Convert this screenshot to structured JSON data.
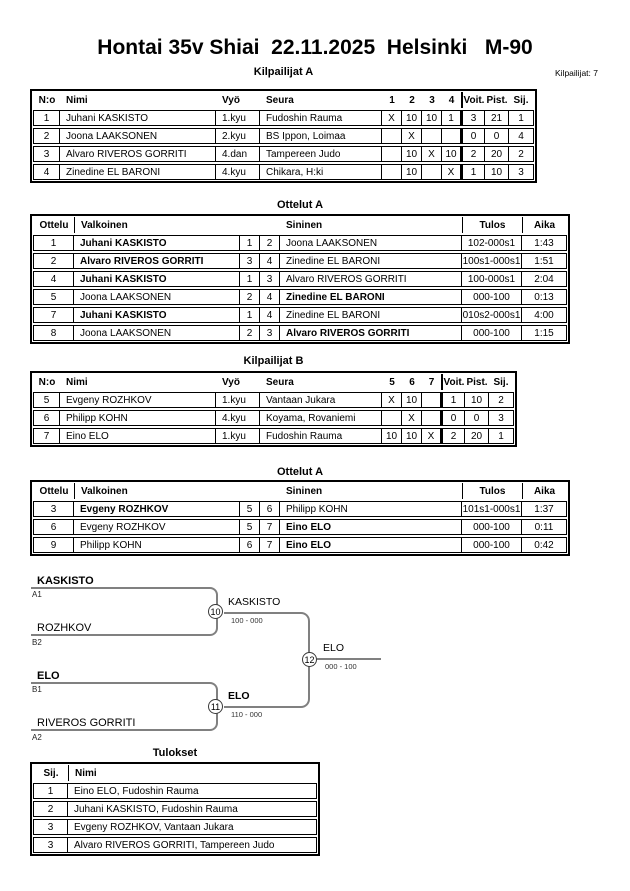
{
  "page": {
    "title": "Hontai 35v Shiai  22.11.2025  Helsinki   M-90",
    "competitors_label": "Kilpailijat: 7"
  },
  "tables": {
    "kilpailijat_a": {
      "title": "Kilpailijat A",
      "headers": [
        "N:o",
        "Nimi",
        "Vyö",
        "Seura",
        "1",
        "2",
        "3",
        "4",
        "Voit.",
        "Pist.",
        "Sij."
      ],
      "rows": [
        [
          "1",
          "Juhani KASKISTO",
          "1.kyu",
          "Fudoshin Rauma",
          "X",
          "10",
          "10",
          "1",
          "3",
          "21",
          "1"
        ],
        [
          "2",
          "Joona LAAKSONEN",
          "2.kyu",
          "BS Ippon, Loimaa",
          "",
          "X",
          "",
          "",
          "0",
          "0",
          "4"
        ],
        [
          "3",
          "Alvaro RIVEROS GORRITI",
          "4.dan",
          "Tampereen Judo",
          "",
          "10",
          "X",
          "10",
          "2",
          "20",
          "2"
        ],
        [
          "4",
          "Zinedine EL BARONI",
          "4.kyu",
          "Chikara, H:ki",
          "",
          "10",
          "",
          "X",
          "1",
          "10",
          "3"
        ]
      ]
    },
    "ottelut_a": {
      "title": "Ottelut A",
      "headers": [
        "Ottelu",
        "Valkoinen",
        "",
        "",
        "Sininen",
        "Tulos",
        "Aika"
      ],
      "rows": [
        [
          "1",
          {
            "t": "Juhani KASKISTO",
            "b": true
          },
          "1",
          "2",
          {
            "t": "Joona LAAKSONEN"
          },
          "102-000s1",
          "1:43"
        ],
        [
          "2",
          {
            "t": "Alvaro RIVEROS GORRITI",
            "b": true
          },
          "3",
          "4",
          {
            "t": "Zinedine EL BARONI"
          },
          "100s1-000s1",
          "1:51"
        ],
        [
          "4",
          {
            "t": "Juhani KASKISTO",
            "b": true
          },
          "1",
          "3",
          {
            "t": "Alvaro RIVEROS GORRITI"
          },
          "100-000s1",
          "2:04"
        ],
        [
          "5",
          {
            "t": "Joona LAAKSONEN"
          },
          "2",
          "4",
          {
            "t": "Zinedine EL BARONI",
            "b": true
          },
          "000-100",
          "0:13"
        ],
        [
          "7",
          {
            "t": "Juhani KASKISTO",
            "b": true
          },
          "1",
          "4",
          {
            "t": "Zinedine EL BARONI"
          },
          "010s2-000s1",
          "4:00"
        ],
        [
          "8",
          {
            "t": "Joona LAAKSONEN"
          },
          "2",
          "3",
          {
            "t": "Alvaro RIVEROS GORRITI",
            "b": true
          },
          "000-100",
          "1:15"
        ]
      ]
    },
    "kilpailijat_b": {
      "title": "Kilpailijat B",
      "headers": [
        "N:o",
        "Nimi",
        "Vyö",
        "Seura",
        "5",
        "6",
        "7",
        "Voit.",
        "Pist.",
        "Sij."
      ],
      "rows": [
        [
          "5",
          "Evgeny ROZHKOV",
          "1.kyu",
          "Vantaan Jukara",
          "X",
          "10",
          "",
          "1",
          "10",
          "2"
        ],
        [
          "6",
          "Philipp KOHN",
          "4.kyu",
          "Koyama, Rovaniemi",
          "",
          "X",
          "",
          "0",
          "0",
          "3"
        ],
        [
          "7",
          "Eino ELO",
          "1.kyu",
          "Fudoshin Rauma",
          "10",
          "10",
          "X",
          "2",
          "20",
          "1"
        ]
      ]
    },
    "ottelut_b": {
      "title": "Ottelut A",
      "headers": [
        "Ottelu",
        "Valkoinen",
        "",
        "",
        "Sininen",
        "Tulos",
        "Aika"
      ],
      "rows": [
        [
          "3",
          {
            "t": "Evgeny ROZHKOV",
            "b": true
          },
          "5",
          "6",
          {
            "t": "Philipp KOHN"
          },
          "101s1-000s1",
          "1:37"
        ],
        [
          "6",
          {
            "t": "Evgeny ROZHKOV"
          },
          "5",
          "7",
          {
            "t": "Eino ELO",
            "b": true
          },
          "000-100",
          "0:11"
        ],
        [
          "9",
          {
            "t": "Philipp KOHN"
          },
          "6",
          "7",
          {
            "t": "Eino ELO",
            "b": true
          },
          "000-100",
          "0:42"
        ]
      ]
    },
    "tulokset": {
      "title": "Tulokset",
      "headers": [
        "Sij.",
        "Nimi"
      ],
      "rows": [
        [
          "1",
          "Eino ELO, Fudoshin Rauma"
        ],
        [
          "2",
          "Juhani KASKISTO, Fudoshin Rauma"
        ],
        [
          "3",
          "Evgeny ROZHKOV, Vantaan Jukara"
        ],
        [
          "3",
          "Alvaro RIVEROS GORRITI, Tampereen Judo"
        ]
      ]
    }
  },
  "bracket": {
    "line_color": "#808080",
    "entrants": [
      {
        "name": "KASKISTO",
        "seed": "A1",
        "bold": true
      },
      {
        "name": "ROZHKOV",
        "seed": "B2",
        "bold": false
      },
      {
        "name": "ELO",
        "seed": "B1",
        "bold": true
      },
      {
        "name": "RIVEROS GORRITI",
        "seed": "A2",
        "bold": false
      }
    ],
    "matches": [
      {
        "number": "10",
        "winner": "KASKISTO",
        "score": "100 - 000",
        "bold": false
      },
      {
        "number": "11",
        "winner": "ELO",
        "score": "110 - 000",
        "bold": true
      },
      {
        "number": "12",
        "winner": "ELO",
        "score": "000 - 100",
        "bold": false
      }
    ]
  }
}
